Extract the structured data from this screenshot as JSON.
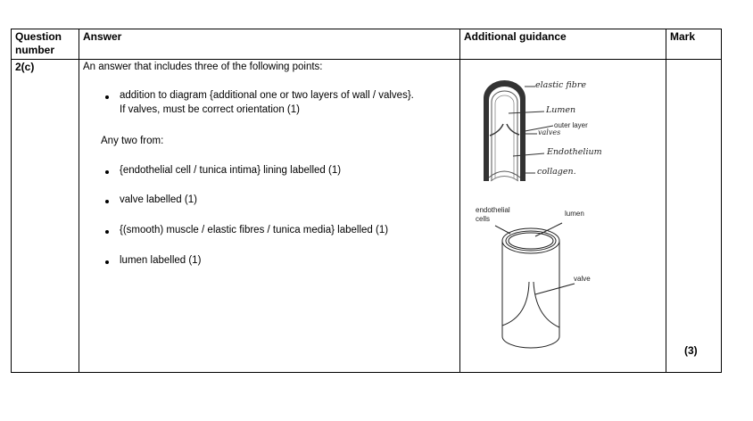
{
  "header": {
    "question_number": "Question number",
    "answer": "Answer",
    "guidance": "Additional guidance",
    "mark": "Mark"
  },
  "row": {
    "question_number": "2(c)",
    "intro": "An answer that includes three of the following points:",
    "point1_line1": "addition to diagram {additional one or two layers of wall / valves}.",
    "point1_line2": "If valves, must be correct orientation  (1)",
    "any_two": "Any two from:",
    "points": [
      "{endothelial cell / tunica intima} lining labelled (1)",
      "valve labelled (1)",
      "{(smooth) muscle / elastic fibres / tunica media} labelled (1)",
      "lumen labelled (1)"
    ],
    "mark": "(3)"
  },
  "diagram1": {
    "labels": [
      "elastic fibre",
      "Lumen",
      "outer layer",
      "valves",
      "Endothelium",
      "collagen."
    ]
  },
  "diagram2": {
    "labels": {
      "endothelial": "endothelial",
      "cells": "cells",
      "lumen": "lumen",
      "valve": "valve"
    }
  }
}
